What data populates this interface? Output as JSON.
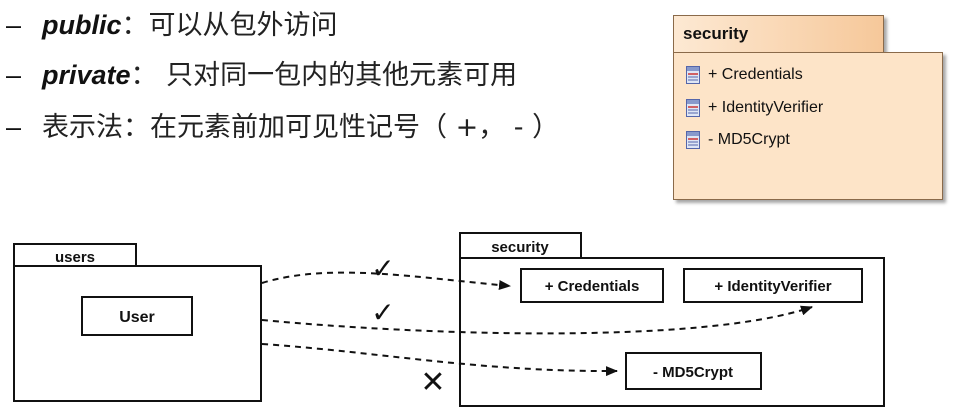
{
  "bullets": [
    {
      "dash": "–",
      "keyword": "public",
      "colon": "：",
      "text": "可以从包外访问"
    },
    {
      "dash": "–",
      "keyword": "private",
      "colon": "：",
      "text": " 只对同一包内的其他元素可用"
    },
    {
      "dash": "–",
      "keyword": "",
      "colon": "",
      "text": "表示法：在元素前加可见性记号（ +， - ）"
    }
  ],
  "ea_package": {
    "name": "security",
    "items": [
      "+ Credentials",
      "+ IdentityVerifier",
      "- MD5Crypt"
    ],
    "colors": {
      "tab_from": "#fde9d3",
      "tab_to": "#f6c89a",
      "body": "#fde4c8",
      "border": "#8a6a4a"
    }
  },
  "diagram": {
    "users_package": {
      "name": "users",
      "element": "User"
    },
    "security_package": {
      "name": "security",
      "elements": [
        "+ Credentials",
        "+ IdentityVerifier",
        "- MD5Crypt"
      ]
    },
    "marks": {
      "allowed": "✓",
      "denied": "✕"
    }
  }
}
